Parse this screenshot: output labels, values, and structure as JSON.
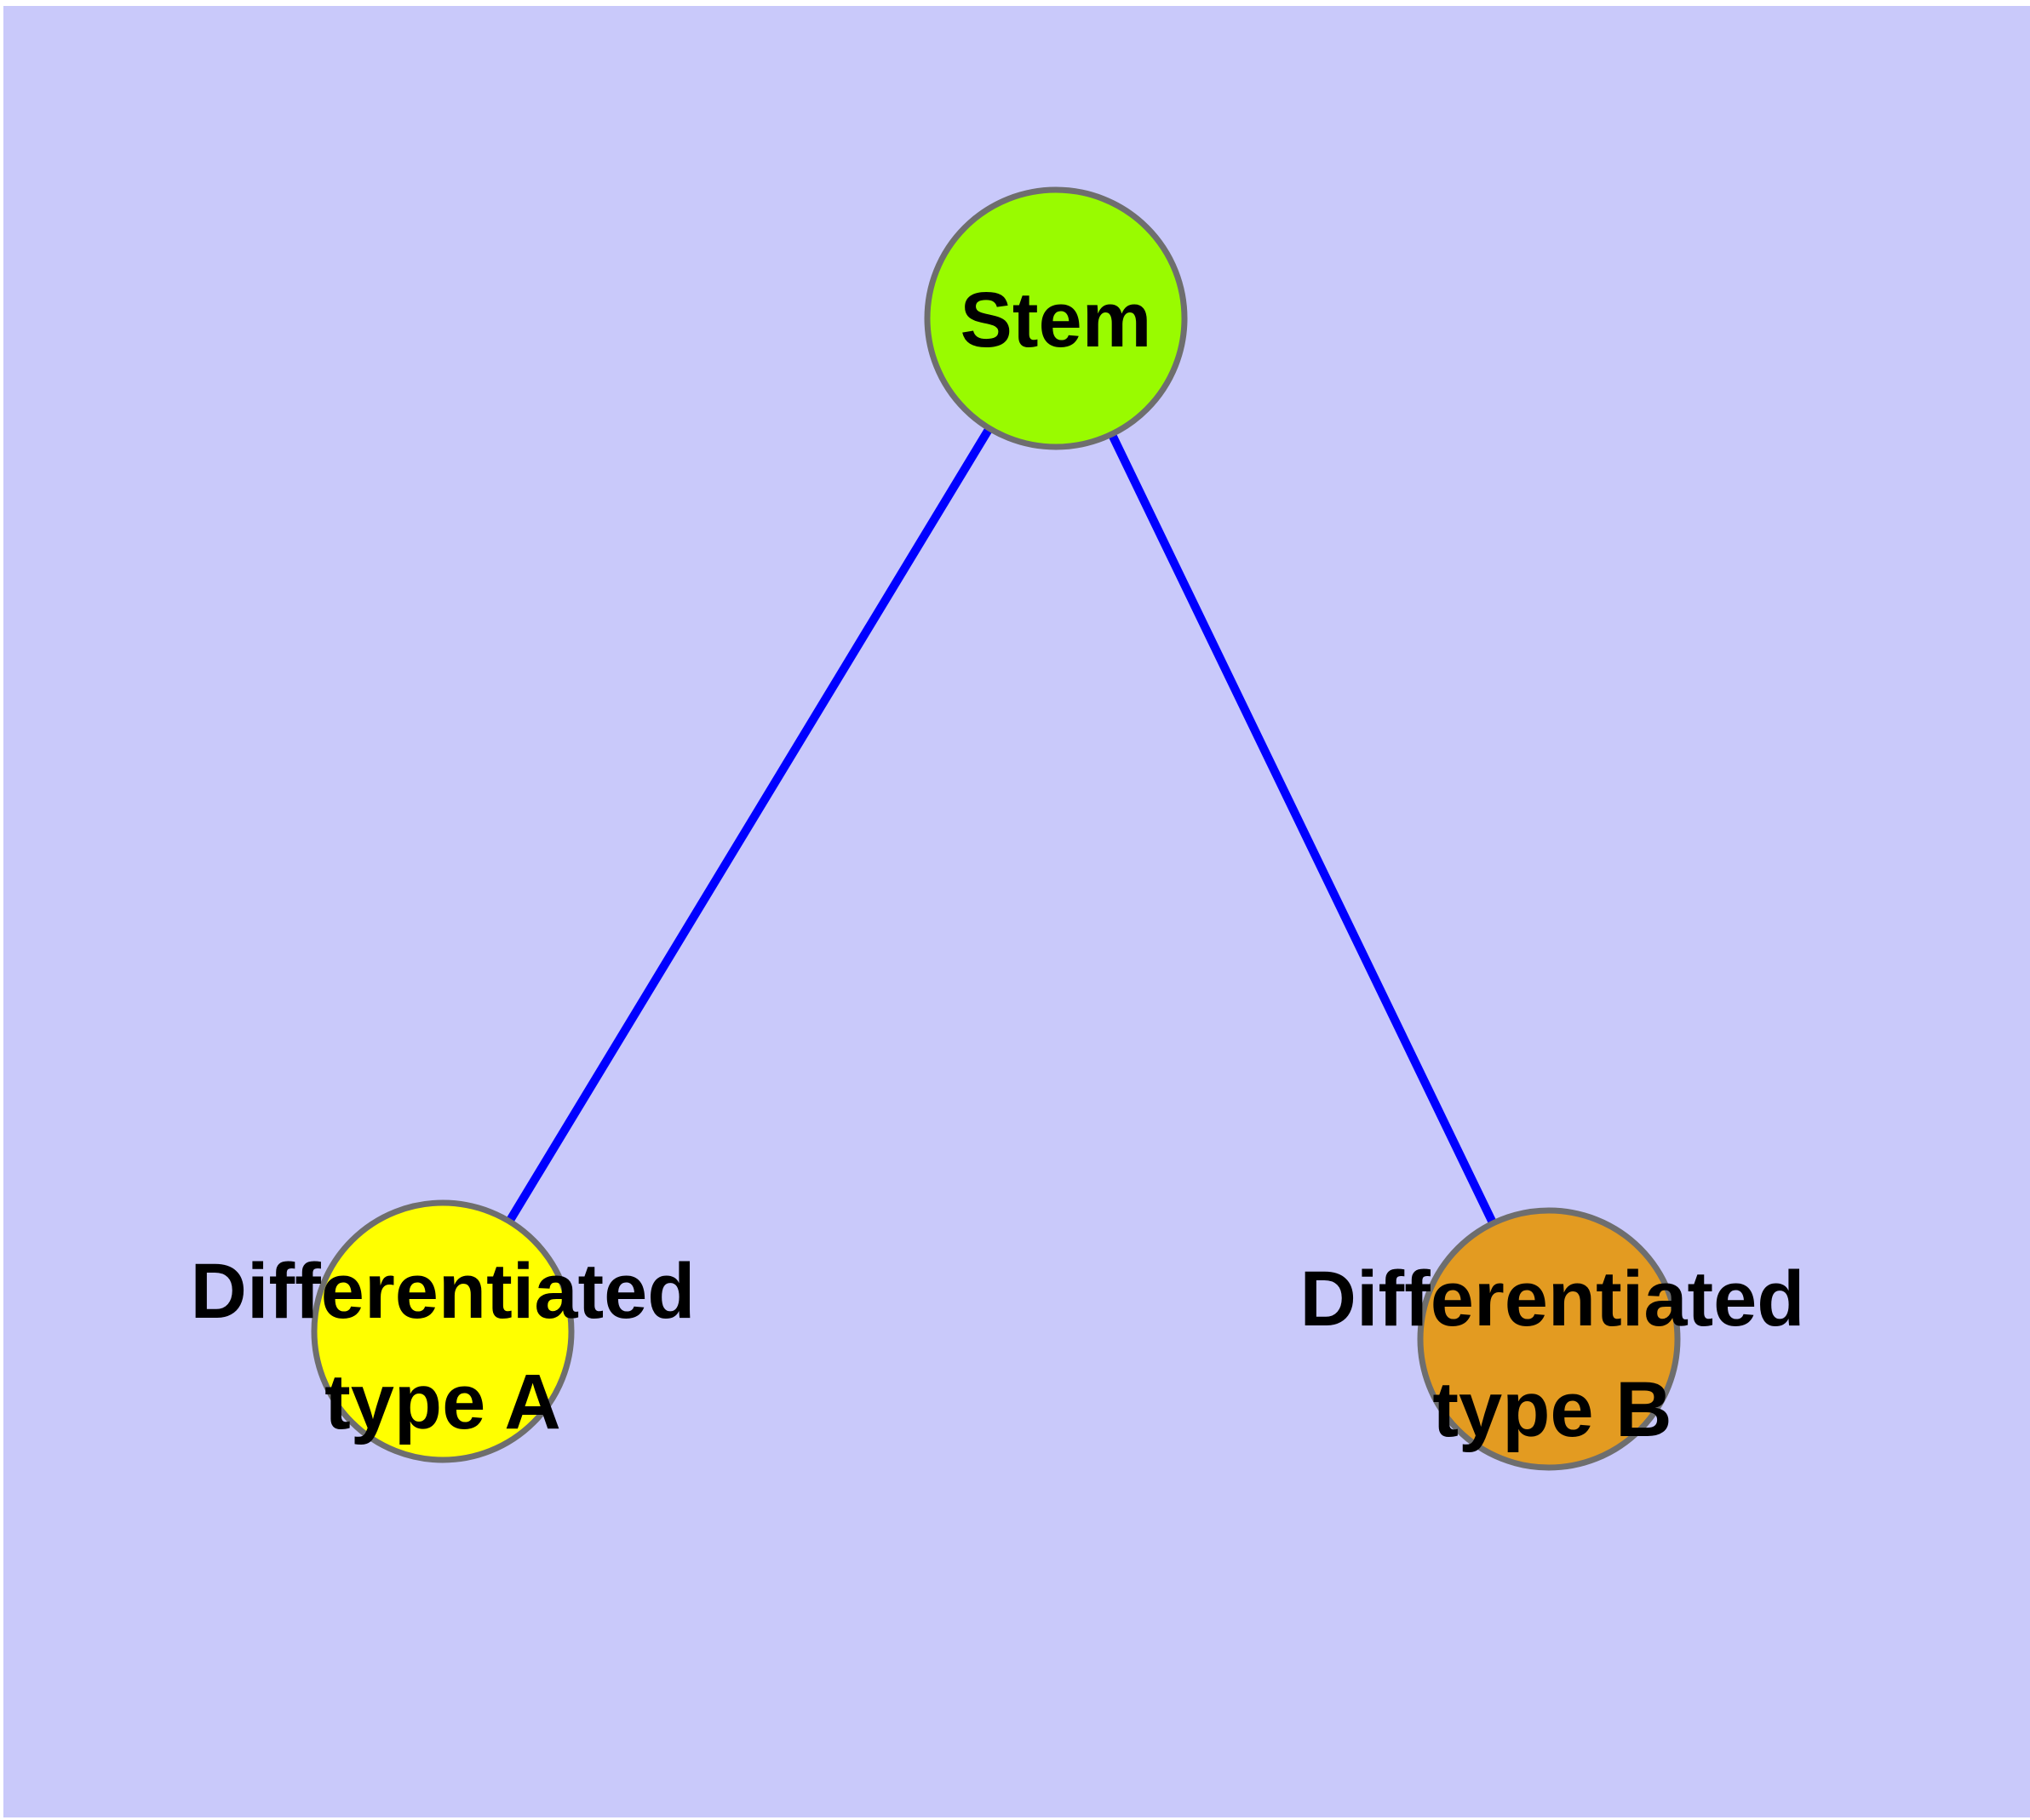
{
  "diagram": {
    "type": "node-link-graph",
    "description": "Stem cell differentiation graph: one stem node connected to two differentiated cell type nodes",
    "background_color": "#C9C9FA",
    "margin_color": "#FFFFFF",
    "text_color": "#000000",
    "node_border_color": "#6E6E6E",
    "nodes": [
      {
        "id": "stem",
        "label": "Stem",
        "label_lines": [
          "Stem"
        ],
        "fill": "#99FB00"
      },
      {
        "id": "differentiated-type-a",
        "label": "Differentiated type A",
        "label_lines": [
          "Differentiated",
          "type A"
        ],
        "fill": "#FFFF00"
      },
      {
        "id": "differentiated-type-b",
        "label": "Differentiated type B",
        "label_lines": [
          "Differentiated",
          "type B"
        ],
        "fill": "#E39B21"
      }
    ],
    "edges": [
      {
        "from": "stem",
        "to": "differentiated-type-a",
        "color": "#0000FF"
      },
      {
        "from": "stem",
        "to": "differentiated-type-b",
        "color": "#0000FF"
      }
    ]
  }
}
